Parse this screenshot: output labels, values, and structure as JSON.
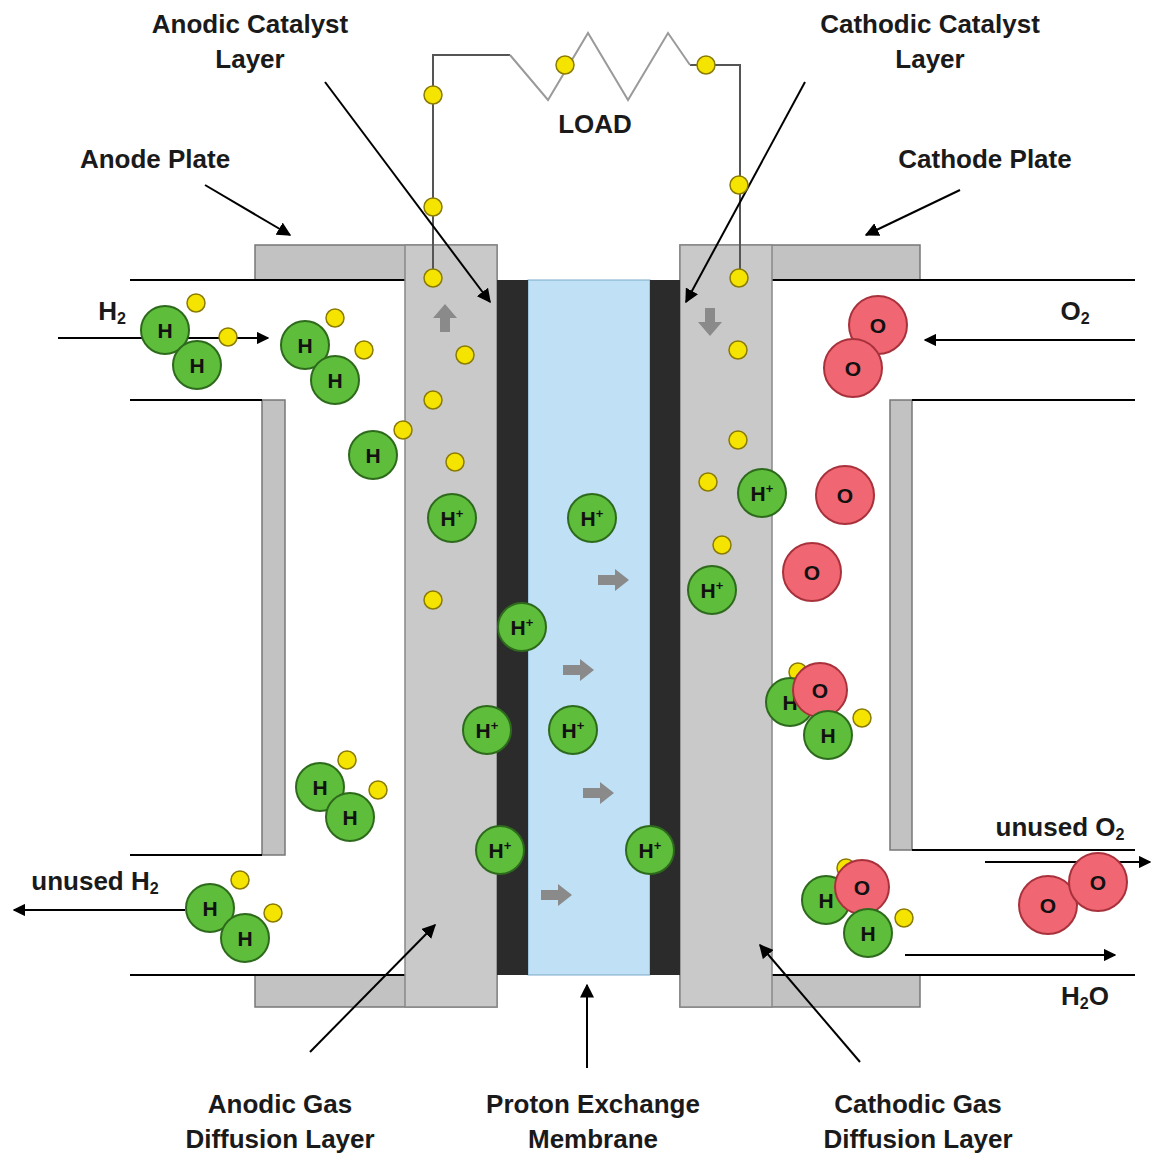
{
  "diagram": {
    "nodes": [
      {
        "text": [
          "H"
        ]
      },
      {
        "text": [
          "H"
        ]
      },
      {
        "text": [
          "H"
        ]
      },
      {
        "text": [
          "H"
        ]
      },
      {
        "text": [
          "O"
        ]
      },
      {
        "text": [
          "O"
        ]
      },
      {
        "text": [
          "H"
        ]
      },
      {
        "text": [
          "H+"
        ]
      },
      {
        "text": [
          "H+"
        ]
      },
      {
        "text": [
          "H+"
        ]
      },
      {
        "text": [
          "O"
        ]
      },
      {
        "text": [
          "O"
        ]
      },
      {
        "text": [
          "H+"
        ]
      },
      {
        "text": [
          "H+"
        ]
      },
      {
        "text": [
          "H"
        ]
      },
      {
        "text": [
          "O"
        ]
      },
      {
        "text": [
          "H"
        ]
      },
      {
        "text": [
          "H+"
        ]
      },
      {
        "text": [
          "H+"
        ]
      },
      {
        "text": [
          "H"
        ]
      },
      {
        "text": [
          "H"
        ]
      },
      {
        "text": [
          "H+"
        ]
      },
      {
        "text": [
          "H+"
        ]
      },
      {
        "text": [
          "H"
        ]
      },
      {
        "text": [
          "O"
        ]
      },
      {
        "text": [
          "H"
        ]
      },
      {
        "text": [
          "O"
        ]
      },
      {
        "text": [
          "O"
        ]
      },
      {
        "text": [
          "H"
        ]
      },
      {
        "text": [
          "H"
        ]
      }
    ],
    "labels": [
      "Anodic Catalyst Layer",
      "Cathodic Catalyst Layer",
      "LOAD",
      "Anode Plate",
      "Cathode Plate",
      "H2",
      "O2",
      "unused H2",
      "unused O2",
      "H2O",
      "Anodic Gas Diffusion Layer",
      "Proton Exchange Membrane",
      "Cathodic Gas Diffusion Layer"
    ]
  }
}
